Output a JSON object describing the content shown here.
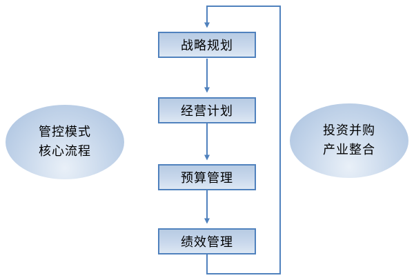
{
  "diagram": {
    "boxes": [
      {
        "label": "战略规划"
      },
      {
        "label": "经营计划"
      },
      {
        "label": "预算管理"
      },
      {
        "label": "绩效管理"
      }
    ],
    "left_ellipse": {
      "line1": "管控模式",
      "line2": "核心流程"
    },
    "right_ellipse": {
      "line1": "投资并购",
      "line2": "产业整合"
    },
    "colors": {
      "box_border": "#4f81bd",
      "connector": "#4f81bd",
      "box_fill_light": "#dde7f3",
      "box_fill_dark": "#b7cbe3"
    }
  }
}
